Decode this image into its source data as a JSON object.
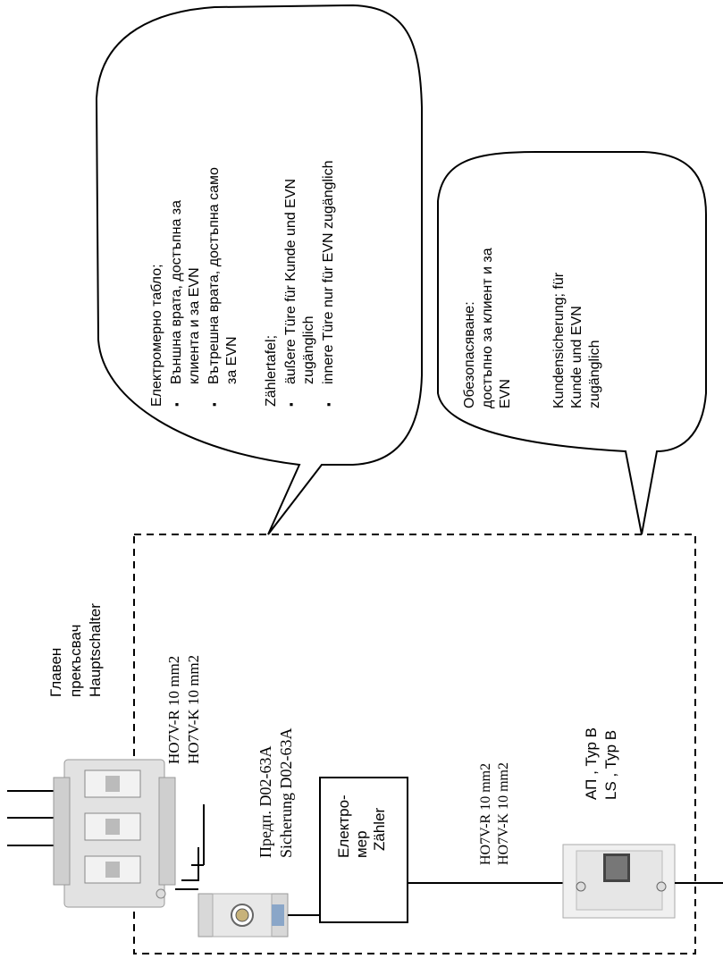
{
  "callout_top": {
    "lines": [
      "Електромерно табло;",
      "Външна врата, достъпна за",
      "клиента и за EVN",
      "Вътрешна врата, достъпна само",
      "за EVN",
      "Zählertafel;",
      "äußere Türe für Kunde und EVN",
      "zugänglich",
      "innere Türe nur für EVN zugänglich"
    ],
    "bullet": "▪"
  },
  "callout_right": {
    "lines": [
      "Обезопасяване:",
      "достъпно за клиент и за",
      "EVN",
      "Kundensicherung; für",
      "Kunde und EVN",
      "zugänglich"
    ]
  },
  "main_switch": {
    "lines": [
      "Главен",
      "прекъсвач",
      "Hauptschalter"
    ]
  },
  "cable_1": {
    "lines": [
      "HO7V-R 10 mm2",
      "HO7V-K 10 mm2"
    ]
  },
  "fuse": {
    "lines": [
      "Предп. D02-63A",
      "Sicherung D02-63A"
    ]
  },
  "meter": {
    "lines": [
      "Електро-",
      "мер",
      "Zähler"
    ]
  },
  "cable_2": {
    "lines": [
      "HO7V-R 10 mm2",
      "HO7V-K 10 mm2"
    ]
  },
  "breaker": {
    "lines": [
      "АП  , Typ B",
      "LS  , Typ B"
    ]
  }
}
